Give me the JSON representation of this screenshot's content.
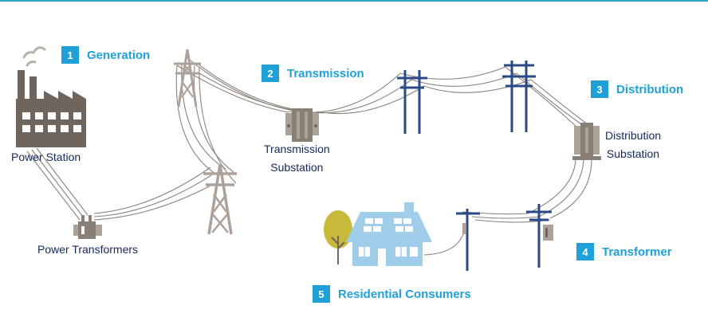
{
  "steps": [
    {
      "number": "1",
      "label": "Generation"
    },
    {
      "number": "2",
      "label": "Transmission"
    },
    {
      "number": "3",
      "label": "Distribution"
    },
    {
      "number": "4",
      "label": "Transformer"
    },
    {
      "number": "5",
      "label": "Residential Consumers"
    }
  ],
  "components": {
    "power_station": "Power Station",
    "power_transformers": "Power Transformers",
    "transmission_substation_line1": "Transmission",
    "transmission_substation_line2": "Substation",
    "distribution_substation_line1": "Distribution",
    "distribution_substation_line2": "Substation"
  },
  "colors": {
    "accent_blue": "#1fa1d8",
    "navy_text": "#14285a",
    "factory_brown": "#6f655c",
    "tower_gray": "#aca29a",
    "pole_navy": "#2b4a85",
    "house_blue": "#9fcdea",
    "tree_yellow": "#c7b93a"
  }
}
